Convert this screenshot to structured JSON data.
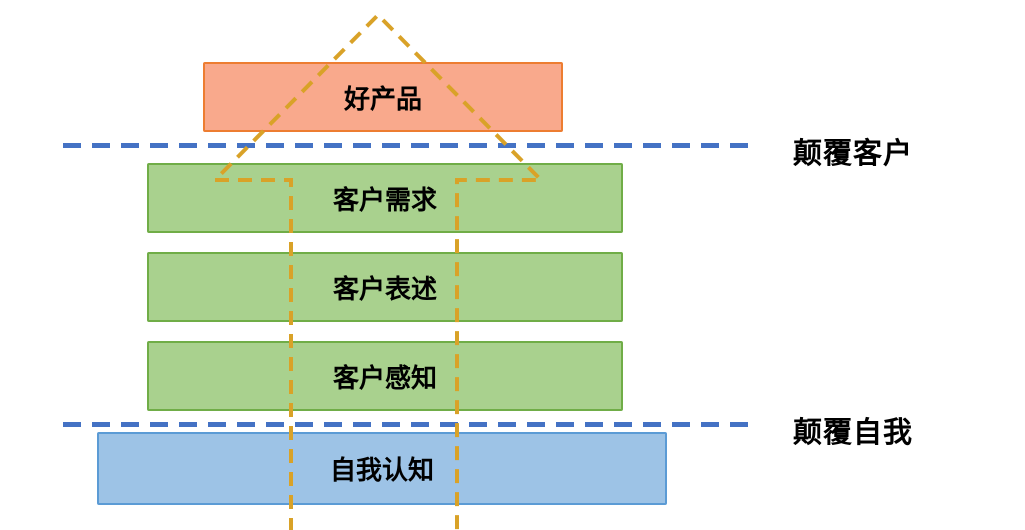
{
  "diagram": {
    "top_box": {
      "label": "好产品"
    },
    "middle_boxes": [
      {
        "label": "客户需求"
      },
      {
        "label": "客户表述"
      },
      {
        "label": "客户感知"
      }
    ],
    "bottom_box": {
      "label": "自我认知"
    },
    "divider_labels": [
      {
        "label": "颠覆客户"
      },
      {
        "label": "颠覆自我"
      }
    ],
    "colors": {
      "top_box_fill": "#F9A98C",
      "top_box_border": "#ED7D31",
      "middle_box_fill": "#A9D18E",
      "middle_box_border": "#70AD47",
      "bottom_box_fill": "#9DC3E6",
      "bottom_box_border": "#5B9BD5",
      "divider_line": "#4472C4",
      "arrow_dash": "#D9A228"
    }
  }
}
